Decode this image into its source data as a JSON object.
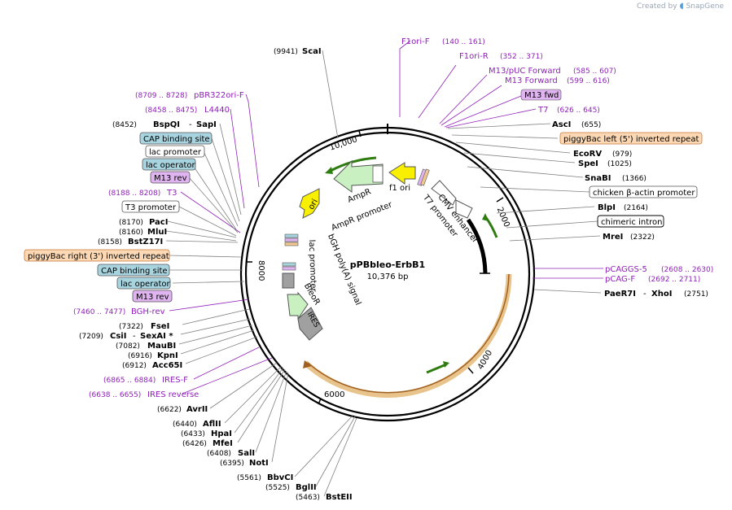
{
  "brand": {
    "prefix": "Created by",
    "name": "SnapGene"
  },
  "title": "pPBbleo-ErbB1",
  "subtitle": "10,376 bp",
  "ticks": [
    "10,000",
    "2000",
    "4000",
    "6000",
    "8000"
  ],
  "colors": {
    "purple": "#a020c0",
    "enzyme": "#000000",
    "num": "#000000",
    "orange_fill": "#fcd8b4",
    "orange_stroke": "#c87838",
    "blue_fill": "#a8d4e0",
    "purple_fill": "#e0b4f0",
    "orange_feature": "#f0c890",
    "green_arrow": "#c8f0c0",
    "yellow_arrow": "#f8f000",
    "grey_box": "#a0a0a0"
  },
  "inner_features": {
    "ori": "ori",
    "ampr": "AmpR",
    "ampr_promoter": "AmpR promoter",
    "f1_ori": "f1 ori",
    "t7_promoter": "T7 promoter",
    "cmv_enhancer": "CMV enhancer",
    "lac_promoter": "lac promoter",
    "bgh_polya": "bGH poly(A) signal",
    "bleor": "BleoR",
    "ires": "IRES"
  },
  "right_labels": [
    {
      "name": "F1ori-F",
      "num": "(140 .. 161)",
      "kind": "primer"
    },
    {
      "name": "F1ori-R",
      "num": "(352 .. 371)",
      "kind": "primer"
    },
    {
      "name": "M13/pUC Forward",
      "num": "(585 .. 607)",
      "kind": "primer"
    },
    {
      "name": "M13 Forward",
      "num": "(599 .. 616)",
      "kind": "primer"
    },
    {
      "name": "M13 fwd",
      "num": "",
      "kind": "boxpurple"
    },
    {
      "name": "T7",
      "num": "(626 .. 645)",
      "kind": "primer"
    },
    {
      "name": "AscI",
      "num": "(655)",
      "kind": "enzyme"
    },
    {
      "name": "piggyBac left (5') inverted repeat",
      "num": "",
      "kind": "boxorange"
    },
    {
      "name": "EcoRV",
      "num": "(979)",
      "kind": "enzyme"
    },
    {
      "name": "SpeI",
      "num": "(1025)",
      "kind": "enzyme"
    },
    {
      "name": "SnaBI",
      "num": "(1366)",
      "kind": "enzyme"
    },
    {
      "name": "chicken β-actin promoter",
      "num": "",
      "kind": "boxwhite"
    },
    {
      "name": "BlpI",
      "num": "(2164)",
      "kind": "enzyme"
    },
    {
      "name": "chimeric intron",
      "num": "",
      "kind": "boxwhite"
    },
    {
      "name": "MreI",
      "num": "(2322)",
      "kind": "enzyme"
    },
    {
      "name": "pCAGGS-5",
      "num": "(2608 .. 2630)",
      "kind": "primer"
    },
    {
      "name": "pCAG-F",
      "num": "(2692 .. 2711)",
      "kind": "primer"
    },
    {
      "name": "PaeR7I",
      "num": "",
      "kind": "enzyme"
    },
    {
      "name": "XhoI",
      "num": "(2751)",
      "kind": "enzyme"
    }
  ],
  "left_labels": [
    {
      "name": "ScaI",
      "num": "(9941)",
      "kind": "enzyme"
    },
    {
      "name": "pBR322ori-F",
      "num": "(8709 .. 8728)",
      "kind": "primer"
    },
    {
      "name": "L4440",
      "num": "(8458 .. 8475)",
      "kind": "primer"
    },
    {
      "name": "BspQI",
      "num": "(8452)",
      "kind": "enzyme"
    },
    {
      "name": "SapI",
      "num": "",
      "kind": "enzyme"
    },
    {
      "name": "CAP binding site",
      "num": "",
      "kind": "boxblue"
    },
    {
      "name": "lac promoter",
      "num": "",
      "kind": "boxwhite"
    },
    {
      "name": "lac operator",
      "num": "",
      "kind": "boxblue"
    },
    {
      "name": "M13 rev",
      "num": "",
      "kind": "boxpurple"
    },
    {
      "name": "T3",
      "num": "(8188 .. 8208)",
      "kind": "primer"
    },
    {
      "name": "T3 promoter",
      "num": "",
      "kind": "boxwhite"
    },
    {
      "name": "PacI",
      "num": "(8170)",
      "kind": "enzyme"
    },
    {
      "name": "MluI",
      "num": "(8160)",
      "kind": "enzyme"
    },
    {
      "name": "BstZ17I",
      "num": "(8158)",
      "kind": "enzyme"
    },
    {
      "name": "piggyBac right (3') inverted repeat",
      "num": "",
      "kind": "boxorange"
    },
    {
      "name": "CAP binding site",
      "num": "",
      "kind": "boxblue"
    },
    {
      "name": "lac operator",
      "num": "",
      "kind": "boxblue"
    },
    {
      "name": "M13 rev",
      "num": "",
      "kind": "boxpurple"
    },
    {
      "name": "BGH-rev",
      "num": "(7460 .. 7477)",
      "kind": "primer"
    },
    {
      "name": "FseI",
      "num": "(7322)",
      "kind": "enzyme"
    },
    {
      "name": "CsiI",
      "num": "(7209)",
      "kind": "enzyme"
    },
    {
      "name": "SexAI *",
      "num": "",
      "kind": "enzyme"
    },
    {
      "name": "MauBI",
      "num": "(7082)",
      "kind": "enzyme"
    },
    {
      "name": "KpnI",
      "num": "(6916)",
      "kind": "enzyme"
    },
    {
      "name": "Acc65I",
      "num": "(6912)",
      "kind": "enzyme"
    },
    {
      "name": "IRES-F",
      "num": "(6865 .. 6884)",
      "kind": "primer"
    },
    {
      "name": "IRES reverse",
      "num": "(6638 .. 6655)",
      "kind": "primer"
    }
  ],
  "bottom_labels": [
    {
      "name": "AvrII",
      "num": "(6622)",
      "kind": "enzyme"
    },
    {
      "name": "AflII",
      "num": "(6440)",
      "kind": "enzyme"
    },
    {
      "name": "HpaI",
      "num": "(6433)",
      "kind": "enzyme"
    },
    {
      "name": "MfeI",
      "num": "(6426)",
      "kind": "enzyme"
    },
    {
      "name": "SalI",
      "num": "(6408)",
      "kind": "enzyme"
    },
    {
      "name": "NotI",
      "num": "(6395)",
      "kind": "enzyme"
    },
    {
      "name": "BbvCI",
      "num": "(5561)",
      "kind": "enzyme"
    },
    {
      "name": "BglII",
      "num": "(5525)",
      "kind": "enzyme"
    },
    {
      "name": "BstEII",
      "num": "(5463)",
      "kind": "enzyme"
    }
  ]
}
